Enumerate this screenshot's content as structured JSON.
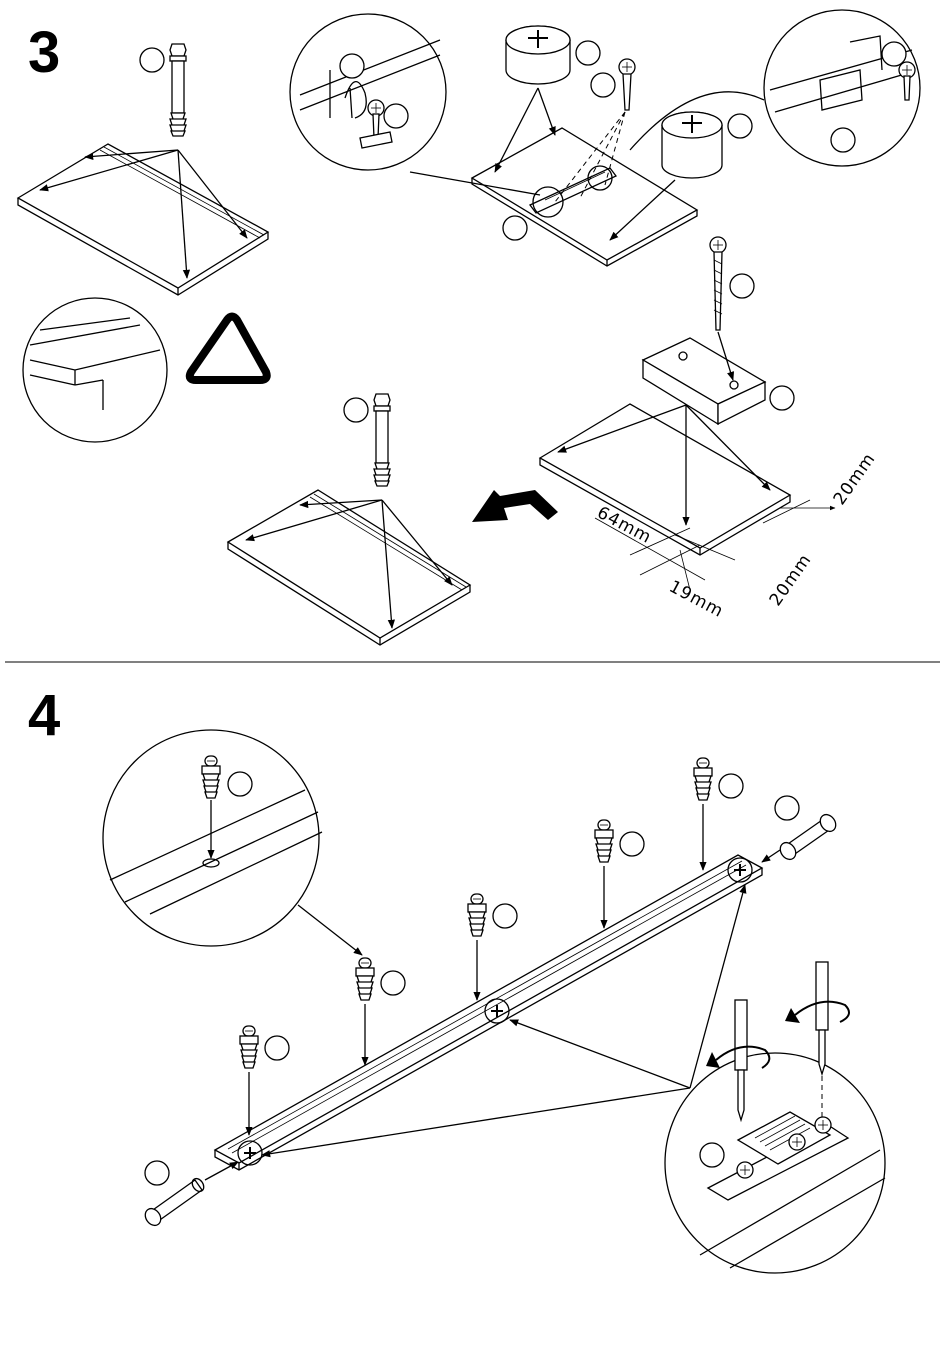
{
  "steps": [
    {
      "number": "3"
    },
    {
      "number": "4"
    }
  ],
  "dimensions": {
    "d1": "64mm",
    "d2": "19mm",
    "d3": "20mm",
    "d4": "20mm"
  },
  "icons": {
    "warning": "warning-triangle-icon",
    "flip": "flip-arrow-icon",
    "rotate": "rotate-arrow-icon"
  },
  "colors": {
    "ink": "#000000",
    "paper": "#ffffff"
  }
}
